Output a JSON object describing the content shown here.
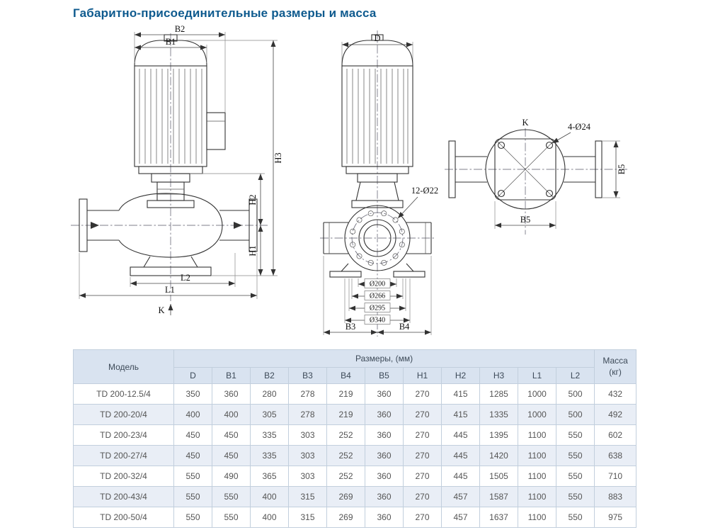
{
  "page": {
    "title": "Габаритно-присоединительные размеры и масса"
  },
  "labels": {
    "B1": "B1",
    "B2": "B2",
    "B3": "B3",
    "B4": "B4",
    "B5": "B5",
    "H1": "H1",
    "H2": "H2",
    "H3": "H3",
    "L1": "L1",
    "L2": "L2",
    "D": "D",
    "K": "K",
    "bolts12": "12-Ø22",
    "bolts4": "4-Ø24",
    "d200": "Ø200",
    "d266": "Ø266",
    "d295": "Ø295",
    "d340": "Ø340"
  },
  "table": {
    "header": {
      "model": "Модель",
      "dimensions": "Размеры, (мм)",
      "mass_label": "Масса",
      "mass_unit": "(кг)",
      "dim_columns": [
        "D",
        "B1",
        "B2",
        "B3",
        "B4",
        "B5",
        "H1",
        "H2",
        "H3",
        "L1",
        "L2"
      ]
    },
    "rows": [
      {
        "model": "TD 200-12.5/4",
        "values": [
          "350",
          "360",
          "280",
          "278",
          "219",
          "360",
          "270",
          "415",
          "1285",
          "1000",
          "500"
        ],
        "mass": "432"
      },
      {
        "model": "TD 200-20/4",
        "values": [
          "400",
          "400",
          "305",
          "278",
          "219",
          "360",
          "270",
          "415",
          "1335",
          "1000",
          "500"
        ],
        "mass": "492"
      },
      {
        "model": "TD 200-23/4",
        "values": [
          "450",
          "450",
          "335",
          "303",
          "252",
          "360",
          "270",
          "445",
          "1395",
          "1100",
          "550"
        ],
        "mass": "602"
      },
      {
        "model": "TD 200-27/4",
        "values": [
          "450",
          "450",
          "335",
          "303",
          "252",
          "360",
          "270",
          "445",
          "1420",
          "1100",
          "550"
        ],
        "mass": "638"
      },
      {
        "model": "TD 200-32/4",
        "values": [
          "550",
          "490",
          "365",
          "303",
          "252",
          "360",
          "270",
          "445",
          "1505",
          "1100",
          "550"
        ],
        "mass": "710"
      },
      {
        "model": "TD 200-43/4",
        "values": [
          "550",
          "550",
          "400",
          "315",
          "269",
          "360",
          "270",
          "457",
          "1587",
          "1100",
          "550"
        ],
        "mass": "883"
      },
      {
        "model": "TD 200-50/4",
        "values": [
          "550",
          "550",
          "400",
          "315",
          "269",
          "360",
          "270",
          "457",
          "1637",
          "1100",
          "550"
        ],
        "mass": "975"
      }
    ]
  },
  "colors": {
    "title": "#0e5a8e",
    "header_bg": "#d9e3f0",
    "row_alt_bg": "#e9eef6",
    "border": "#c2cfdd",
    "line": "#333333"
  }
}
